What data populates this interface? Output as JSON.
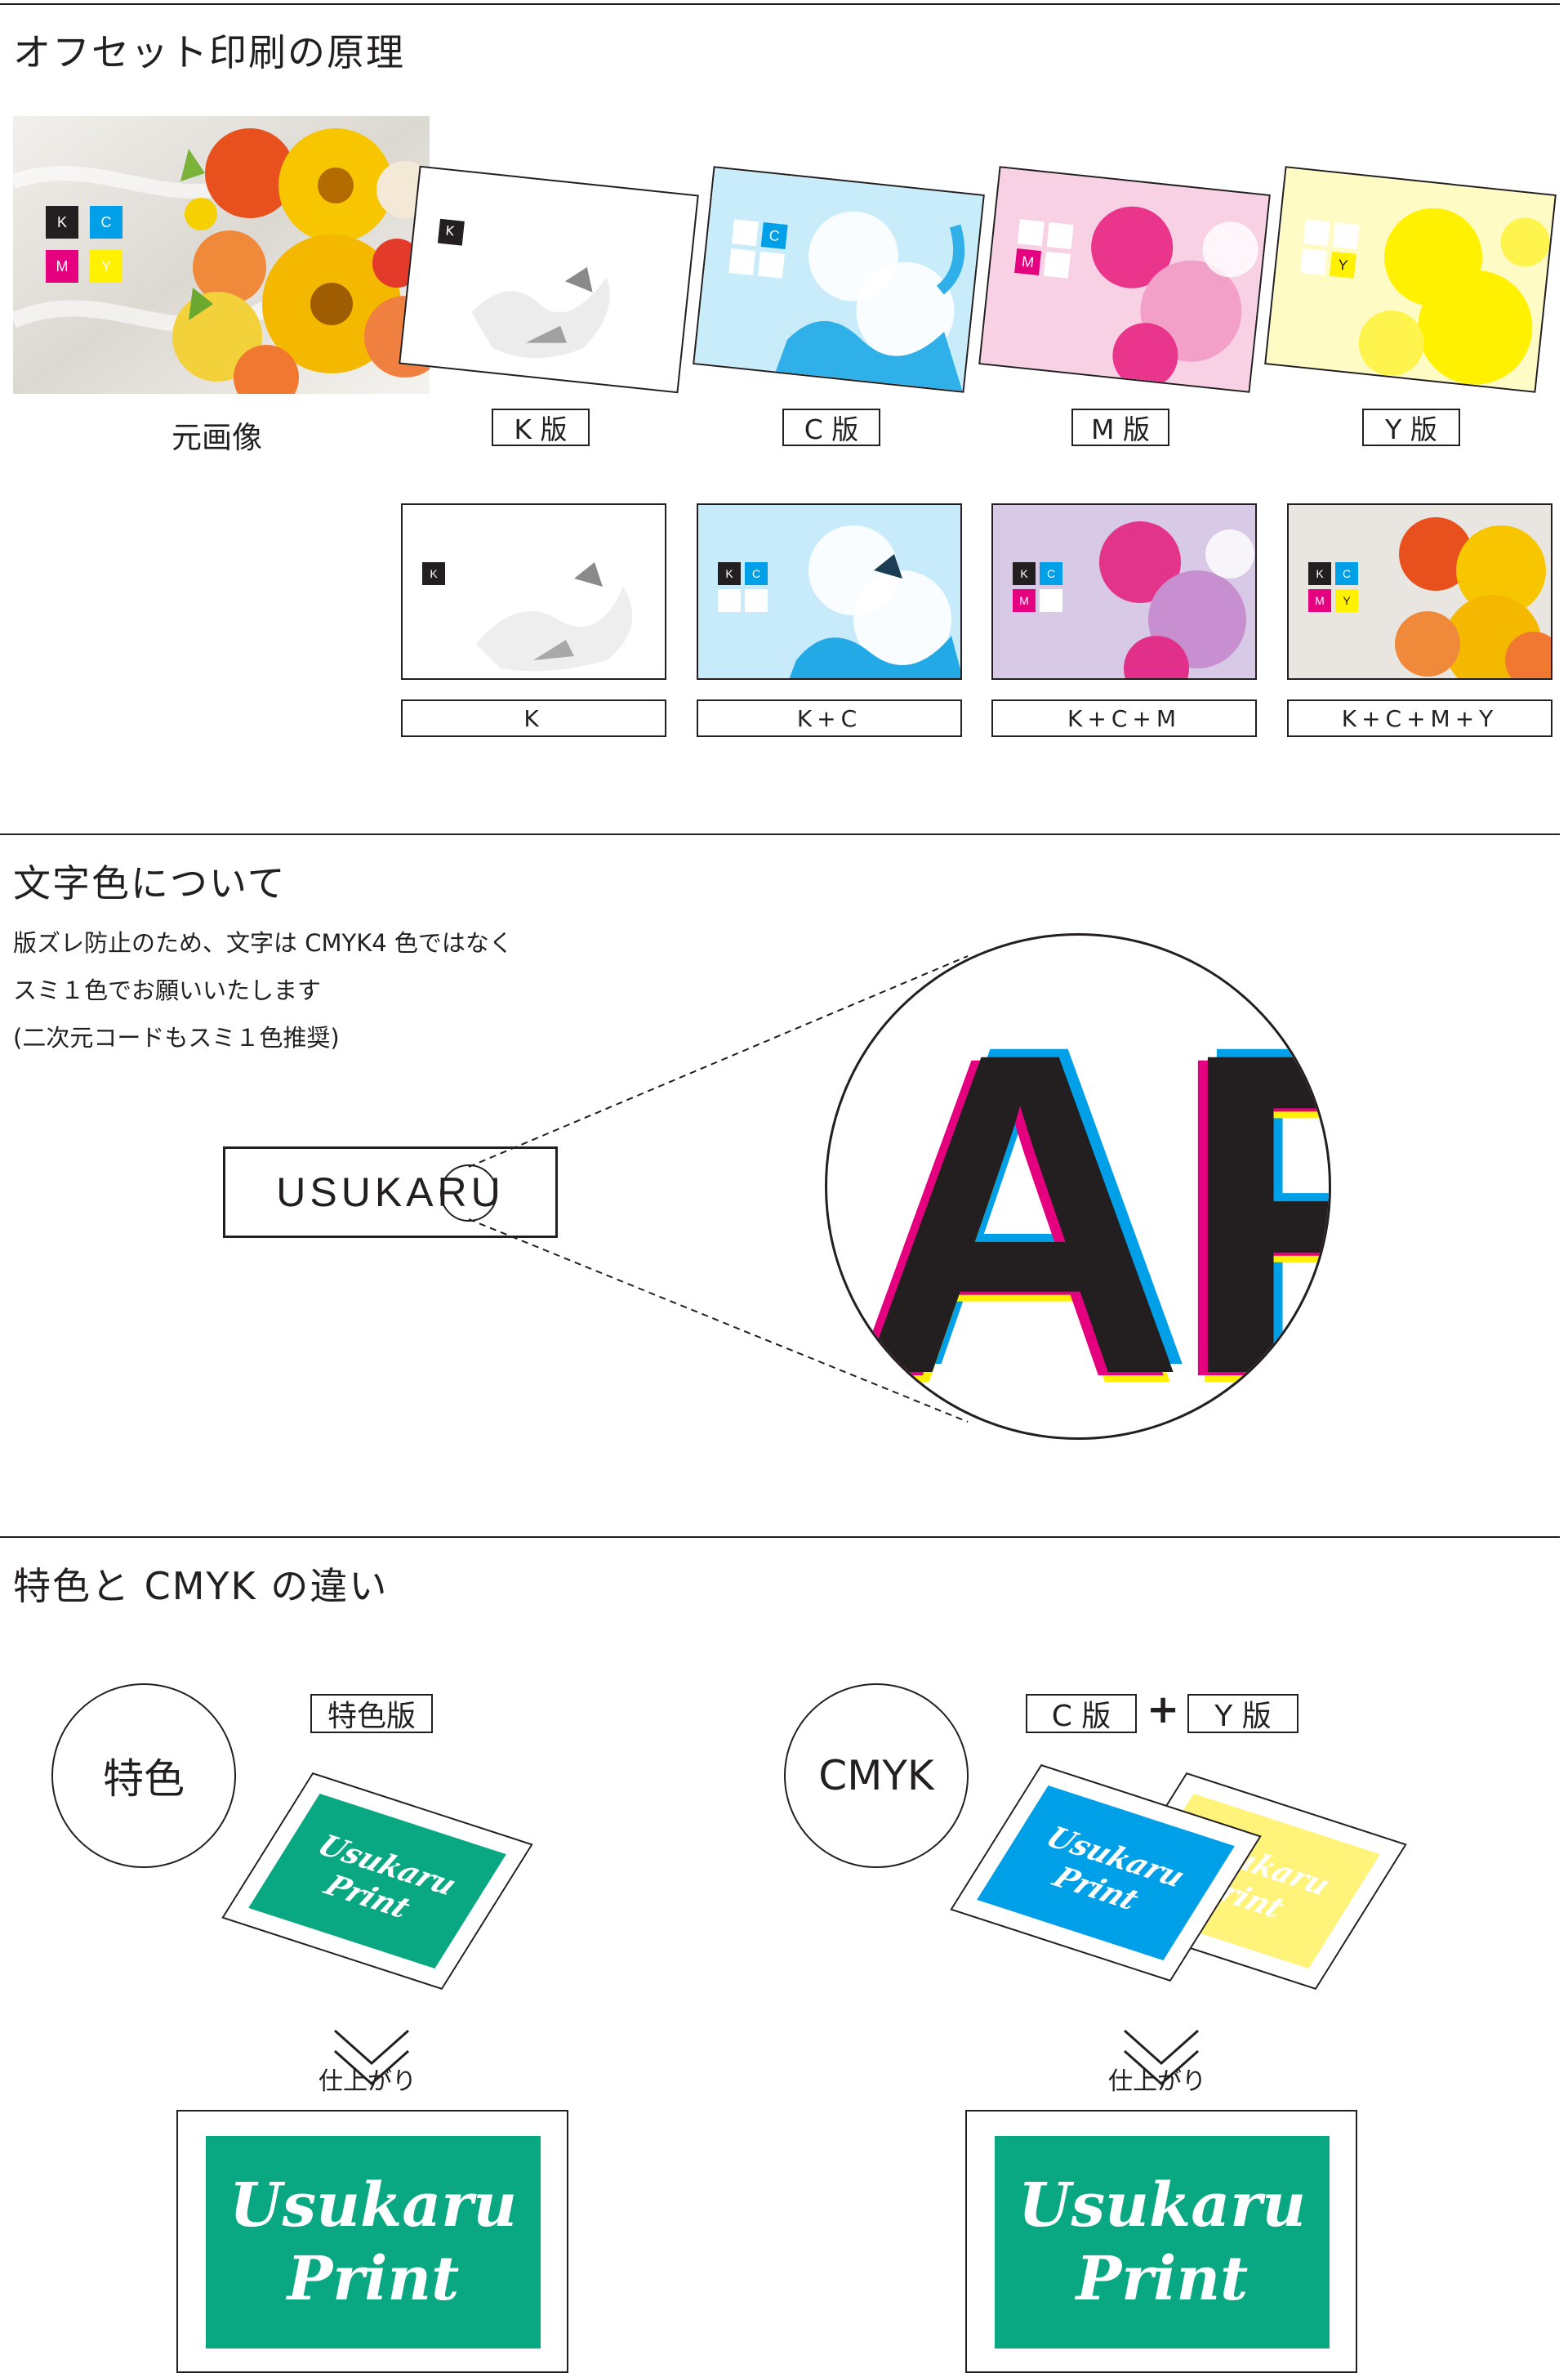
{
  "colors": {
    "black": "#231f20",
    "cyan": "#00a0e9",
    "magenta": "#e4007f",
    "yellow": "#fff100",
    "spot_green": "#0aa882",
    "yellow_light": "#fff37a"
  },
  "section1": {
    "title": "オフセット印刷の原理",
    "original_caption": "元画像",
    "original_swatches": [
      "K",
      "C",
      "M",
      "Y"
    ],
    "plates": [
      {
        "label": "K 版",
        "mark": "K"
      },
      {
        "label": "C 版",
        "mark": "C"
      },
      {
        "label": "M 版",
        "mark": "M"
      },
      {
        "label": "Y 版",
        "mark": "Y"
      }
    ],
    "combos": [
      {
        "label": "K",
        "marks": [
          "K"
        ]
      },
      {
        "label": "K+C",
        "marks": [
          "K",
          "C"
        ]
      },
      {
        "label": "K+C+M",
        "marks": [
          "K",
          "C",
          "M"
        ]
      },
      {
        "label": "K+C+M+Y",
        "marks": [
          "K",
          "C",
          "M",
          "Y"
        ]
      }
    ]
  },
  "section2": {
    "title": "文字色について",
    "lines": [
      "版ズレ防止のため、文字は CMYK4 色ではなく",
      "スミ１色でお願いいたします",
      "(二次元コードもスミ１色推奨)"
    ],
    "sample_text": "USUKARU",
    "zoom_text": "AR"
  },
  "section3": {
    "title": "特色と CMYK の違い",
    "left": {
      "circle_label": "特色",
      "plate_label": "特色版",
      "card_text": [
        "Usukaru",
        "Print"
      ],
      "finish_caption": "仕上がり",
      "finish_text": [
        "Usukaru",
        "Print"
      ]
    },
    "right": {
      "circle_label": "CMYK",
      "plate_label_a": "C 版",
      "plus": "+",
      "plate_label_b": "Y 版",
      "card_text": [
        "Usukaru",
        "Print"
      ],
      "finish_caption": "仕上がり",
      "finish_text": [
        "Usukaru",
        "Print"
      ]
    }
  }
}
